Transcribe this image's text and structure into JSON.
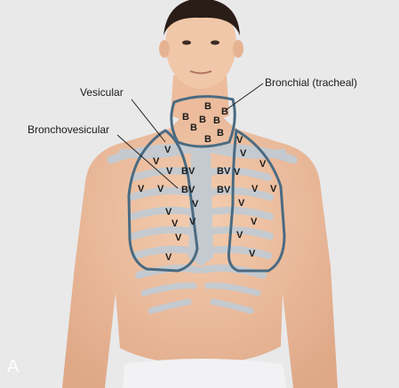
{
  "labels": {
    "vesicular": "Vesicular",
    "bronchial": "Bronchial (tracheal)",
    "bronchovesicular": "Bronchovesicular"
  },
  "marker_letters": {
    "bronchial": "B",
    "bronchovesicular": "BV",
    "vesicular": "V"
  },
  "panel_letter": "A",
  "colors": {
    "outline": "#4a6b82",
    "bone": "#c4cacf",
    "skin": "#efc3a3",
    "background": "#e9e9ea"
  }
}
